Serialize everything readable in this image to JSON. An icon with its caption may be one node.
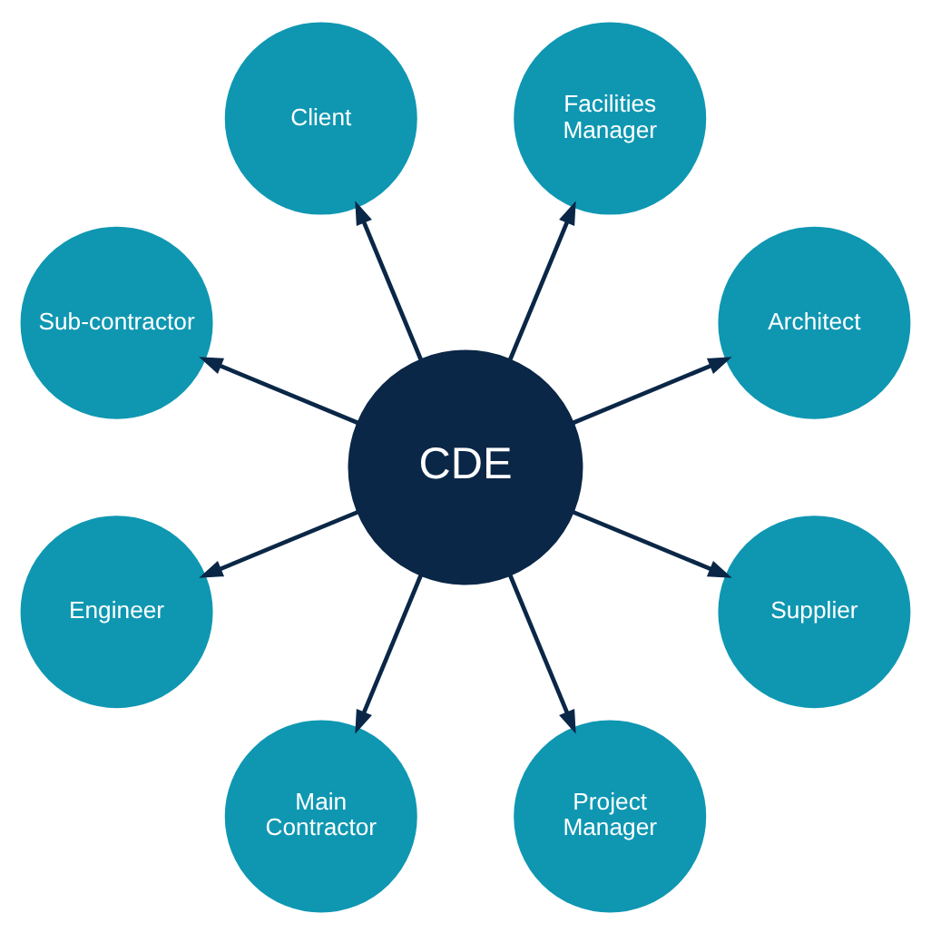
{
  "diagram": {
    "nodes": [
      {
        "text": [
          "Architect"
        ]
      },
      {
        "text": [
          "Facilities Manager"
        ]
      },
      {
        "text": [
          "Client"
        ]
      },
      {
        "text": [
          "Sub-contractor"
        ]
      },
      {
        "text": [
          "CDE"
        ]
      },
      {
        "text": [
          "Engineer"
        ]
      },
      {
        "text": [
          "Main Contractor"
        ]
      },
      {
        "text": [
          "Project Manager"
        ]
      },
      {
        "text": [
          "Supplier"
        ]
      }
    ],
    "edges": [
      {
        "from": 4,
        "to": 0,
        "arrow": "to"
      },
      {
        "from": 4,
        "to": 2,
        "arrow": "to"
      },
      {
        "from": 4,
        "to": 5,
        "arrow": "to"
      },
      {
        "from": 4,
        "to": 7,
        "arrow": "to"
      },
      {
        "from": 4,
        "to": 8,
        "arrow": "to"
      },
      {
        "from": 4,
        "to": 6,
        "arrow": "to"
      },
      {
        "from": 4,
        "to": 3,
        "arrow": "to"
      },
      {
        "from": 4,
        "to": 1,
        "arrow": "to"
      }
    ]
  }
}
